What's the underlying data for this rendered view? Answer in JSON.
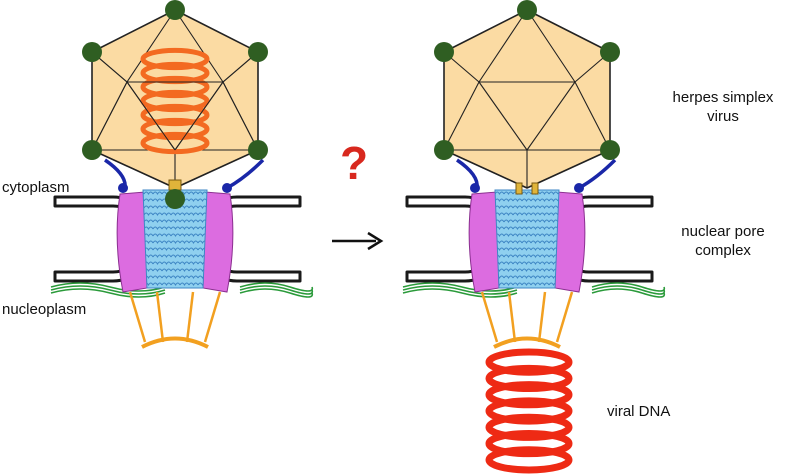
{
  "labels": {
    "cytoplasm": "cytoplasm",
    "nucleoplasm": "nucleoplasm",
    "virus_line1": "herpes simplex",
    "virus_line2": "virus",
    "npc_line1": "nuclear pore",
    "npc_line2": "complex",
    "viral_dna": "viral DNA",
    "question_mark": "?"
  },
  "colors": {
    "capsid_fill": "#fbdba3",
    "capsid_edge": "#222222",
    "vertex_protein": "#2f5e22",
    "dna": "#f36a21",
    "released_dna": "#ee2a14",
    "tether": "#1a27a8",
    "portal": "#e0b43a",
    "pore_magenta": "#dc6ce0",
    "pore_channel": "#8fd0ef",
    "envelope_edge": "#1a1a1a",
    "nuclear_fibrils": "#2a9a3a",
    "basket": "#f2a020",
    "question_mark": "#d8281e",
    "arrow": "#111111"
  },
  "icons": {
    "virus": "icosahedral-capsid-icon",
    "pore": "nuclear-pore-icon",
    "dna": "dna-coil-icon",
    "arrow": "right-arrow-icon"
  }
}
